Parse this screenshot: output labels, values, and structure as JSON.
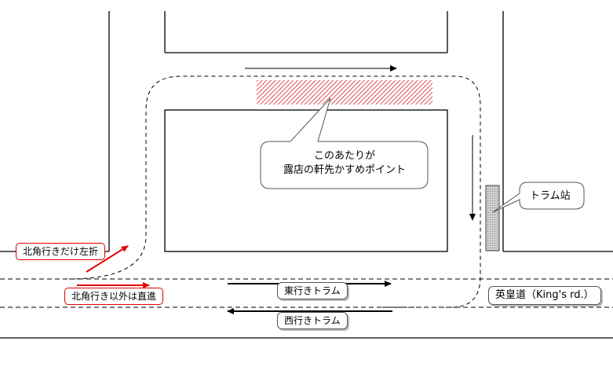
{
  "map": {
    "labels": {
      "recommend_line1": "このあたりが",
      "recommend_line2": "露店の軒先かすめポイント",
      "tram_stop": "トラム站",
      "north_point_left": "北角行きだけ左折",
      "other_straight": "北角行き以外は直進",
      "east_tram": "東行きトラム",
      "west_tram": "西行きトラム",
      "road_name": "英皇道（King's rd.）"
    },
    "colors": {
      "route_arrow": "#e00000",
      "hatch": "#e05050",
      "tram_stop_fill": "#bdbdbd",
      "lines": "#000000"
    }
  }
}
